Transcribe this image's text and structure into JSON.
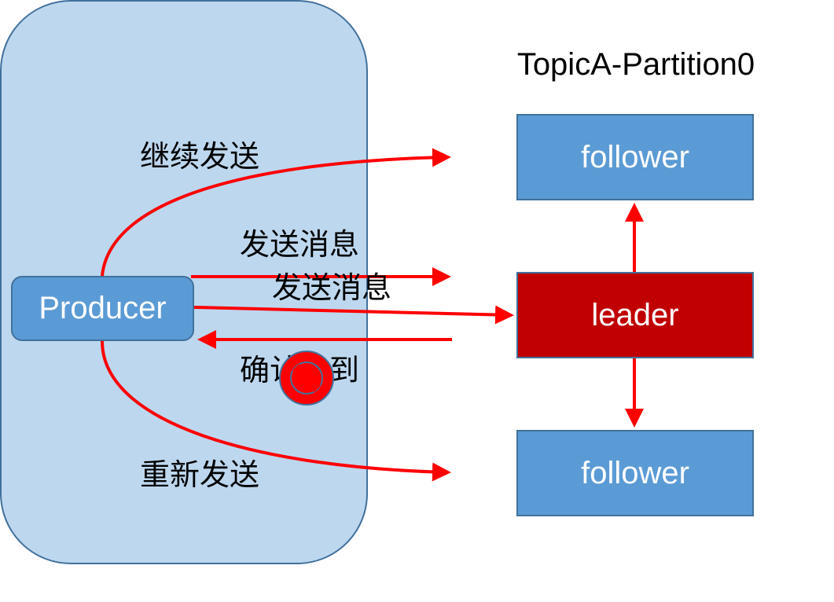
{
  "diagram": {
    "partition": {
      "title": "TopicA-Partition0"
    },
    "nodes": {
      "producer": "Producer",
      "leader": "leader",
      "follower_top": "follower",
      "follower_bottom": "follower"
    },
    "edges": {
      "continue_send": "继续发送",
      "send_message_1": "发送消息",
      "send_message_2": "发送消息",
      "ack_received": "确认收到",
      "resend": "重新发送"
    },
    "ack_status": "prohibited-icon"
  },
  "colors": {
    "arrow": "#ff0000",
    "node_blue": "#5b9bd5",
    "leader_red": "#c00000",
    "partition_bg": "#bdd7ee",
    "border": "#41719c"
  }
}
